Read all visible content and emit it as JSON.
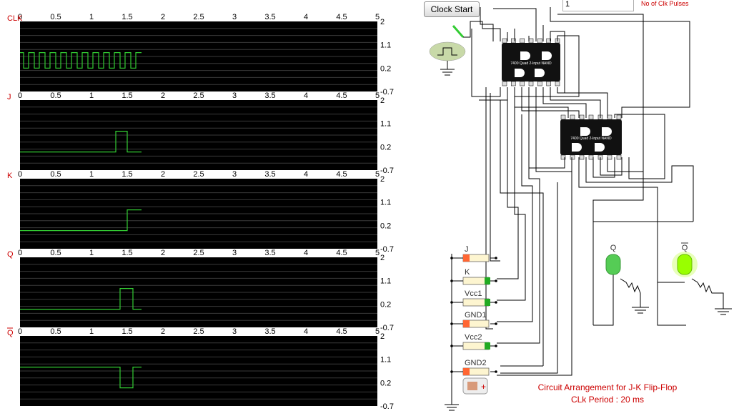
{
  "plots": {
    "channels": [
      {
        "label": "CLK",
        "y_ticks": [
          "2",
          "1.1",
          "0.2",
          "-0.7"
        ]
      },
      {
        "label": "J",
        "y_ticks": [
          "2",
          "1.1",
          "0.2",
          "-0.7"
        ]
      },
      {
        "label": "K",
        "y_ticks": [
          "2",
          "1.1",
          "0.2",
          "-0.7"
        ]
      },
      {
        "label": "Q",
        "y_ticks": [
          "2",
          "1.1",
          "0.2",
          "-0.7"
        ]
      },
      {
        "label": "Q",
        "y_ticks": [
          "2",
          "1.1",
          "0.2",
          "-0.7"
        ],
        "overline": true
      }
    ],
    "x_ticks": [
      "0",
      "0.5",
      "1",
      "1.5",
      "2",
      "2.5",
      "3",
      "3.5",
      "4",
      "4.5",
      "5"
    ],
    "colors": {
      "background": "#000000",
      "grid": "#3a3a3a",
      "trace": "#33cc33"
    }
  },
  "chart_data": {
    "type": "line",
    "x_range": [
      0,
      5
    ],
    "y_range": [
      -0.7,
      2
    ],
    "grid": true,
    "series": [
      {
        "name": "CLK",
        "points": [
          [
            0,
            0.8
          ],
          [
            0.05,
            0.8
          ],
          [
            0.05,
            0.2
          ],
          [
            0.12,
            0.2
          ],
          [
            0.12,
            0.8
          ],
          [
            0.2,
            0.8
          ],
          [
            0.2,
            0.2
          ],
          [
            0.27,
            0.2
          ],
          [
            0.27,
            0.8
          ],
          [
            0.35,
            0.8
          ],
          [
            0.35,
            0.2
          ],
          [
            0.42,
            0.2
          ],
          [
            0.42,
            0.8
          ],
          [
            0.5,
            0.8
          ],
          [
            0.5,
            0.2
          ],
          [
            0.57,
            0.2
          ],
          [
            0.57,
            0.8
          ],
          [
            0.65,
            0.8
          ],
          [
            0.65,
            0.2
          ],
          [
            0.72,
            0.2
          ],
          [
            0.72,
            0.8
          ],
          [
            0.8,
            0.8
          ],
          [
            0.8,
            0.2
          ],
          [
            0.87,
            0.2
          ],
          [
            0.87,
            0.8
          ],
          [
            0.95,
            0.8
          ],
          [
            0.95,
            0.2
          ],
          [
            1.02,
            0.2
          ],
          [
            1.02,
            0.8
          ],
          [
            1.1,
            0.8
          ],
          [
            1.1,
            0.2
          ],
          [
            1.17,
            0.2
          ],
          [
            1.17,
            0.8
          ],
          [
            1.25,
            0.8
          ],
          [
            1.25,
            0.2
          ],
          [
            1.32,
            0.2
          ],
          [
            1.32,
            0.8
          ],
          [
            1.4,
            0.8
          ],
          [
            1.4,
            0.2
          ],
          [
            1.47,
            0.2
          ],
          [
            1.47,
            0.8
          ],
          [
            1.55,
            0.8
          ],
          [
            1.55,
            0.2
          ],
          [
            1.62,
            0.2
          ],
          [
            1.62,
            0.8
          ],
          [
            1.7,
            0.8
          ]
        ]
      },
      {
        "name": "J",
        "points": [
          [
            0,
            0
          ],
          [
            1.34,
            0
          ],
          [
            1.34,
            0.8
          ],
          [
            1.5,
            0.8
          ],
          [
            1.5,
            0
          ],
          [
            1.7,
            0
          ]
        ]
      },
      {
        "name": "K",
        "points": [
          [
            0,
            0
          ],
          [
            1.5,
            0
          ],
          [
            1.5,
            0.8
          ],
          [
            1.7,
            0.8
          ]
        ]
      },
      {
        "name": "Q",
        "points": [
          [
            0,
            0
          ],
          [
            1.4,
            0
          ],
          [
            1.4,
            0.8
          ],
          [
            1.58,
            0.8
          ],
          [
            1.58,
            0
          ],
          [
            1.7,
            0
          ]
        ]
      },
      {
        "name": "Q",
        "points": [
          [
            0,
            0.8
          ],
          [
            1.4,
            0.8
          ],
          [
            1.4,
            0
          ],
          [
            1.58,
            0
          ],
          [
            1.58,
            0.8
          ],
          [
            1.7,
            0.8
          ]
        ]
      }
    ]
  },
  "controls": {
    "clock_button": "Clock Start",
    "pulse_count_value": "1",
    "pulse_count_label": "No of Clk Pulses"
  },
  "circuit": {
    "chip_label": "7400 Quad 2-Input NAND",
    "switches": [
      {
        "label": "J",
        "state": "off"
      },
      {
        "label": "K",
        "state": "on"
      },
      {
        "label": "Vcc1",
        "state": "on"
      },
      {
        "label": "GND1",
        "state": "off"
      },
      {
        "label": "Vcc2",
        "state": "on"
      },
      {
        "label": "GND2",
        "state": "off"
      }
    ],
    "leds": [
      {
        "label": "Q",
        "lit": false,
        "overline": false
      },
      {
        "label": "Q",
        "lit": true,
        "overline": true
      }
    ],
    "colors": {
      "led_on": "#99ff00",
      "led_off": "#55cc55",
      "switch_on": "#22aa22",
      "switch_off": "#ff6633"
    }
  },
  "caption": {
    "line1": "Circuit Arrangement for J-K Flip-Flop",
    "line2": "CLk Period : 20 ms"
  }
}
